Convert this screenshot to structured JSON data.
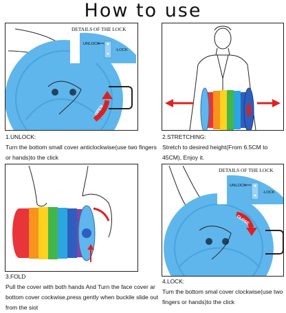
{
  "page_title": "How to use",
  "steps": [
    {
      "heading": "1.UNLOCK:",
      "body": "Turn the bottom small cover anticlockwise(use two fingers or hands)to the click",
      "details_label": "DETAILS OF THE LOCK",
      "unlock_label": "UNLOCK",
      "lock_label": "-LOCK",
      "arrow_label": "OPEN"
    },
    {
      "heading": "2.STRETCHING:",
      "body": "Stretch to desired height(From 6.5CM to 45CM), Enjoy it."
    },
    {
      "heading": "3.FOLD",
      "body": "Pull the cover with both hands And Turn the face cover ar bottom cover cockwise,press gently when buckile slide out from the siot"
    },
    {
      "heading": "4.LOCK:",
      "body": "Tum the bottom smal cover clockwise(use two fingers or hands)to the click",
      "details_label": "DETAILS OF THE LOCK",
      "unlock_label": "UNLOCK",
      "lock_label": "-LOCK",
      "arrow_label": "CLOSE"
    }
  ],
  "colors": {
    "stool_blue": "#5fb6ec",
    "arrow_red": "#e02020",
    "rainbow": [
      "#e8353a",
      "#f7931e",
      "#ffd21f",
      "#43b649",
      "#2aa7e0",
      "#2e5fbf",
      "#8b3fa8"
    ]
  }
}
